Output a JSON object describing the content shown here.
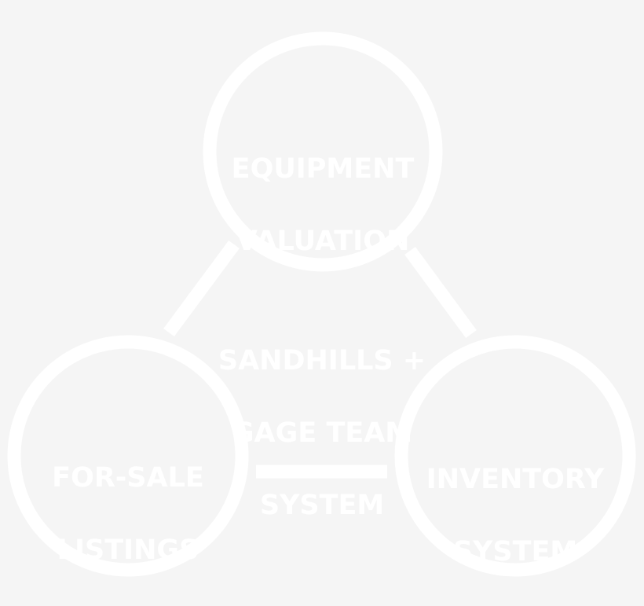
{
  "colors": {
    "background": "#f5f5f5",
    "stroke": "#ffffff",
    "text": "#ffffff"
  },
  "nodes": {
    "top": {
      "label_line1": "EQUIPMENT",
      "label_line2": "VALUATION"
    },
    "left": {
      "label_line1": "FOR-SALE",
      "label_line2": "LISTINGS"
    },
    "right": {
      "label_line1": "INVENTORY",
      "label_line2": "SYSTEM"
    }
  },
  "center": {
    "line1": "SANDHILLS +",
    "line2": "GAGE TEAM",
    "line3": "SYSTEM"
  },
  "connections": [
    {
      "from": "top",
      "to": "left"
    },
    {
      "from": "top",
      "to": "right"
    },
    {
      "from": "left",
      "to": "right"
    }
  ]
}
